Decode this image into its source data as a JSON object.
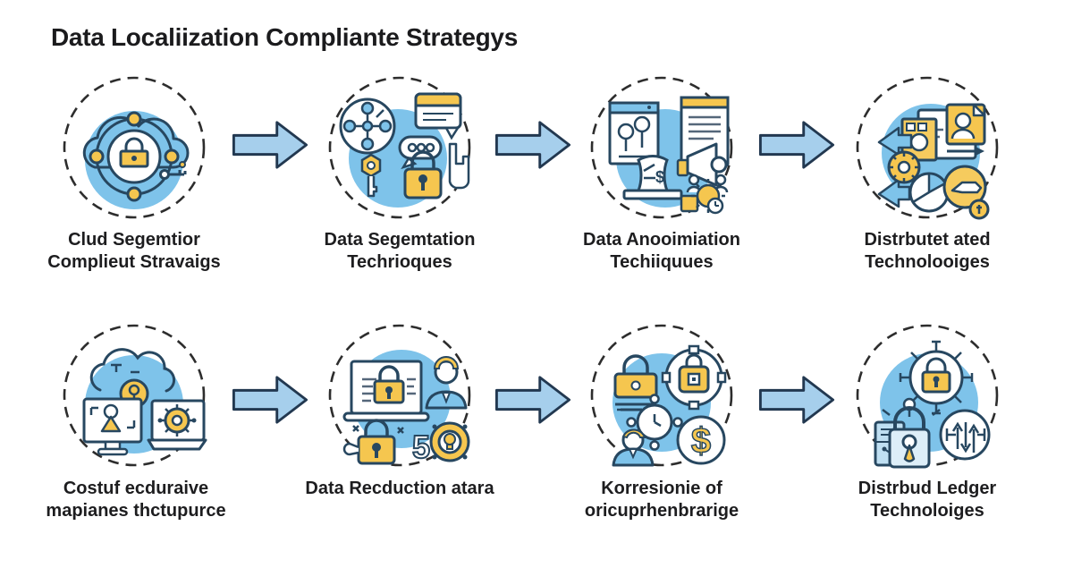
{
  "page": {
    "title": "Data Localiization Compliante Strategys",
    "background": "#ffffff"
  },
  "colors": {
    "icon_blue": "#7EC3EA",
    "accent_yellow": "#F5C64F",
    "outline_dark": "#274760",
    "arrow_fill": "#A6CFEC",
    "text": "#1d1d1f"
  },
  "flow_arrow": {
    "icon": "right-arrow-icon"
  },
  "rows": [
    {
      "items": [
        {
          "icon": "cloud-security-network-icon",
          "caption_line1": "Clud Segemtior",
          "caption_line2": "Complieut Stravaigs"
        },
        {
          "icon": "data-segmentation-icon",
          "caption_line1": "Data Segemtation",
          "caption_line2": "Techrioques"
        },
        {
          "icon": "data-anonymization-icon",
          "caption_line1": "Data Anooimiation",
          "caption_line2": "Techiiquues"
        },
        {
          "icon": "distributed-data-icon",
          "caption_line1": "Distrbutet ated",
          "caption_line2": "Technolooiges"
        }
      ]
    },
    {
      "items": [
        {
          "icon": "cloud-infrastructure-icon",
          "caption_line1": "Costuf ecduraive",
          "caption_line2": "mapianes thctupurce"
        },
        {
          "icon": "data-reduction-icon",
          "caption_line1": "Data Recduction atara",
          "caption_line2": ""
        },
        {
          "icon": "access-control-icon",
          "caption_line1": "Korresionie of",
          "caption_line2": "oricuprhenbrarige"
        },
        {
          "icon": "distributed-ledger-icon",
          "caption_line1": "Distrbud Ledger",
          "caption_line2": "Technoloiges"
        }
      ]
    }
  ]
}
